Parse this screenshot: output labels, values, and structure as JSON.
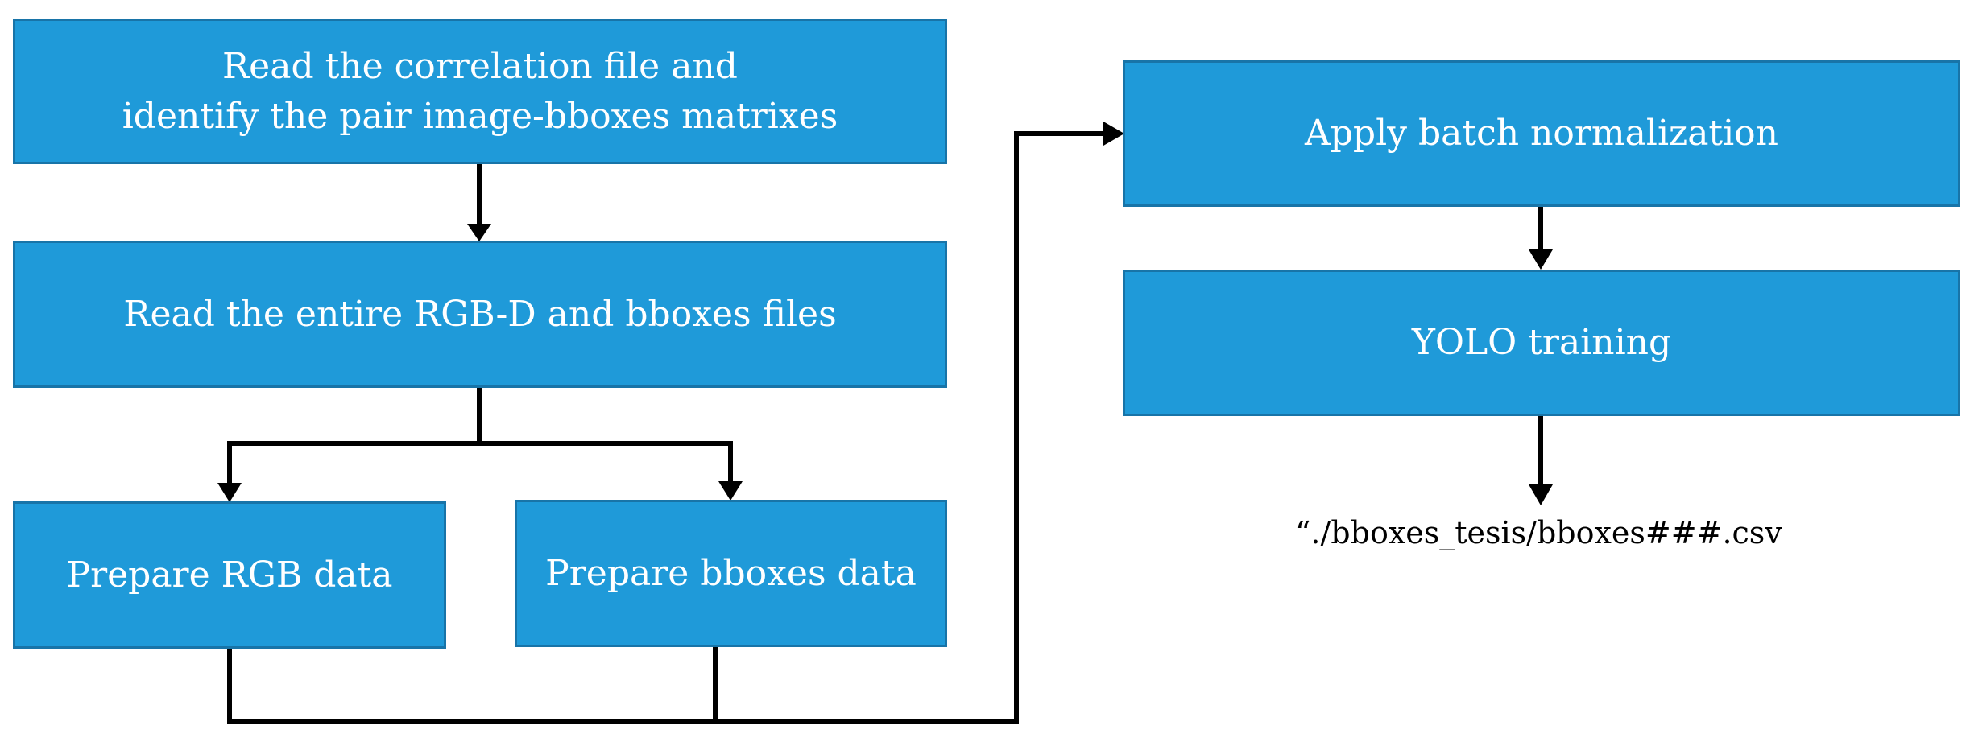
{
  "diagram": {
    "nodes": {
      "read_correlation": "Read the correlation file and\nidentify the pair image-bboxes matrixes",
      "read_rgbd": "Read the entire RGB-D and bboxes files",
      "prepare_rgb": "Prepare RGB data",
      "prepare_bboxes": "Prepare bboxes data",
      "batch_norm": "Apply batch normalization",
      "yolo_training": "YOLO training"
    },
    "output_file": "“./bboxes_tesis/bboxes###.csv",
    "colors": {
      "node_fill": "#1f9ad9",
      "node_border": "#1874a8",
      "node_text": "#ffffff",
      "edge": "#000000"
    }
  }
}
